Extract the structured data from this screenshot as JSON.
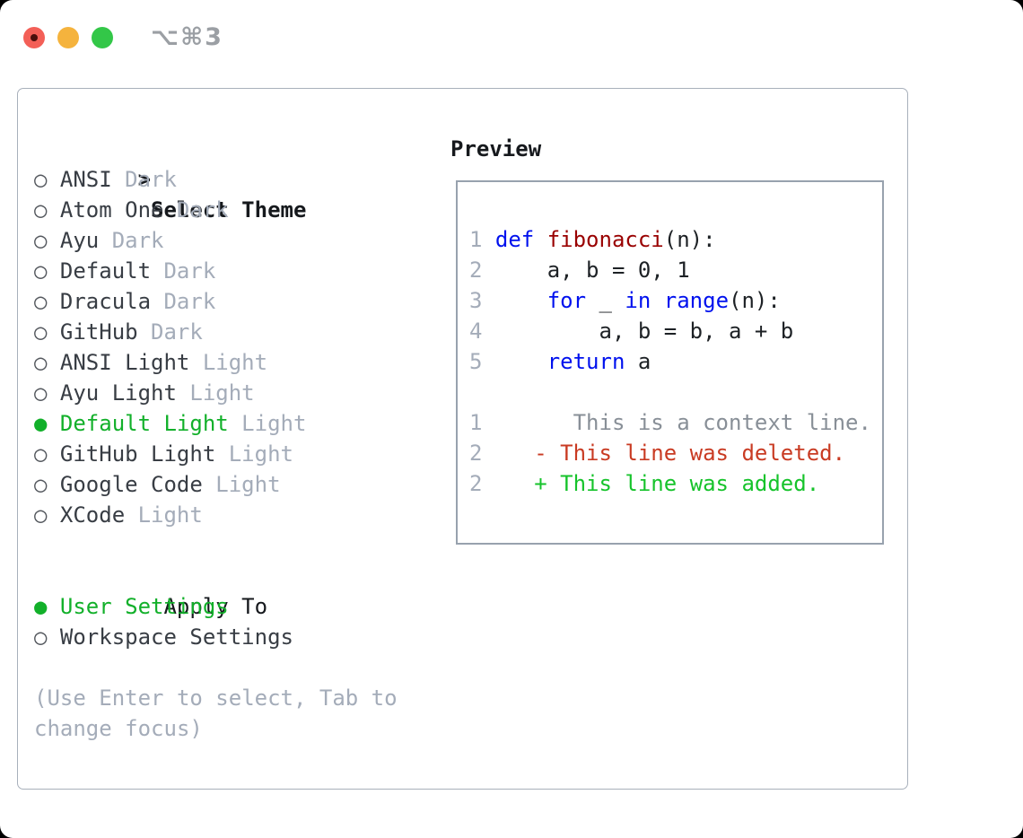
{
  "window": {
    "title": "⌥⌘3",
    "traffic_lights": [
      "close",
      "minimize",
      "zoom"
    ]
  },
  "colors": {
    "green": "#12b02a",
    "added": "#16c32b",
    "deleted": "#c93b23",
    "keyword": "#0011ee",
    "function": "#990000",
    "code-text": "#1d2125",
    "muted": "#a4acb9",
    "context": "#888f97",
    "name-text": "#383d44",
    "header-text": "#16191d",
    "panel-border": "#a8b0bb",
    "preview-border": "#98a2ae",
    "title-gray": "#9b9fa4",
    "tl-red": "#f35f57",
    "tl-red-dot": "#4b0f0c",
    "tl-yellow": "#f5b33d",
    "tl-green": "#33c748",
    "marker": "#53575d"
  },
  "theme_picker": {
    "header": {
      "marker": ">",
      "label": "Select Theme"
    },
    "markers": {
      "selected": "●",
      "unselected": "○"
    },
    "themes": [
      {
        "name": "ANSI",
        "variant": "Dark",
        "selected": false
      },
      {
        "name": "Atom One",
        "variant": "Dark",
        "selected": false
      },
      {
        "name": "Ayu",
        "variant": "Dark",
        "selected": false
      },
      {
        "name": "Default",
        "variant": "Dark",
        "selected": false
      },
      {
        "name": "Dracula",
        "variant": "Dark",
        "selected": false
      },
      {
        "name": "GitHub",
        "variant": "Dark",
        "selected": false
      },
      {
        "name": "ANSI Light",
        "variant": "Light",
        "selected": false
      },
      {
        "name": "Ayu Light",
        "variant": "Light",
        "selected": false
      },
      {
        "name": "Default Light",
        "variant": "Light",
        "selected": true
      },
      {
        "name": "GitHub Light",
        "variant": "Light",
        "selected": false
      },
      {
        "name": "Google Code",
        "variant": "Light",
        "selected": false
      },
      {
        "name": "XCode",
        "variant": "Light",
        "selected": false
      }
    ],
    "apply_to": {
      "header": "Apply To",
      "options": [
        {
          "name": "User Settings",
          "selected": true
        },
        {
          "name": "Workspace Settings",
          "selected": false
        }
      ]
    },
    "hint_line1": "(Use Enter to select, Tab to",
    "hint_line2": "change focus)"
  },
  "preview": {
    "title": "Preview",
    "lines": [
      {
        "kind": "code",
        "num": "1",
        "tokens": [
          {
            "c": "kw",
            "t": "def "
          },
          {
            "c": "fn",
            "t": "fibonacci"
          },
          {
            "c": "plain",
            "t": "(n):"
          }
        ]
      },
      {
        "kind": "code",
        "num": "2",
        "tokens": [
          {
            "c": "plain",
            "t": "    a, b = 0, 1"
          }
        ]
      },
      {
        "kind": "code",
        "num": "3",
        "tokens": [
          {
            "c": "plain",
            "t": "    "
          },
          {
            "c": "kw",
            "t": "for"
          },
          {
            "c": "plain",
            "t": " _ "
          },
          {
            "c": "kw",
            "t": "in"
          },
          {
            "c": "plain",
            "t": " "
          },
          {
            "c": "kw",
            "t": "range"
          },
          {
            "c": "plain",
            "t": "(n):"
          }
        ]
      },
      {
        "kind": "code",
        "num": "4",
        "tokens": [
          {
            "c": "plain",
            "t": "        a, b = b, a + b"
          }
        ]
      },
      {
        "kind": "code",
        "num": "5",
        "tokens": [
          {
            "c": "plain",
            "t": "    "
          },
          {
            "c": "kw",
            "t": "return"
          },
          {
            "c": "plain",
            "t": " a"
          }
        ]
      },
      {
        "kind": "blank"
      },
      {
        "kind": "ctx",
        "num": "1",
        "text": "      This is a context line."
      },
      {
        "kind": "del",
        "num": "2",
        "text": "   - This line was deleted."
      },
      {
        "kind": "add",
        "num": "2",
        "text": "   + This line was added."
      }
    ]
  }
}
